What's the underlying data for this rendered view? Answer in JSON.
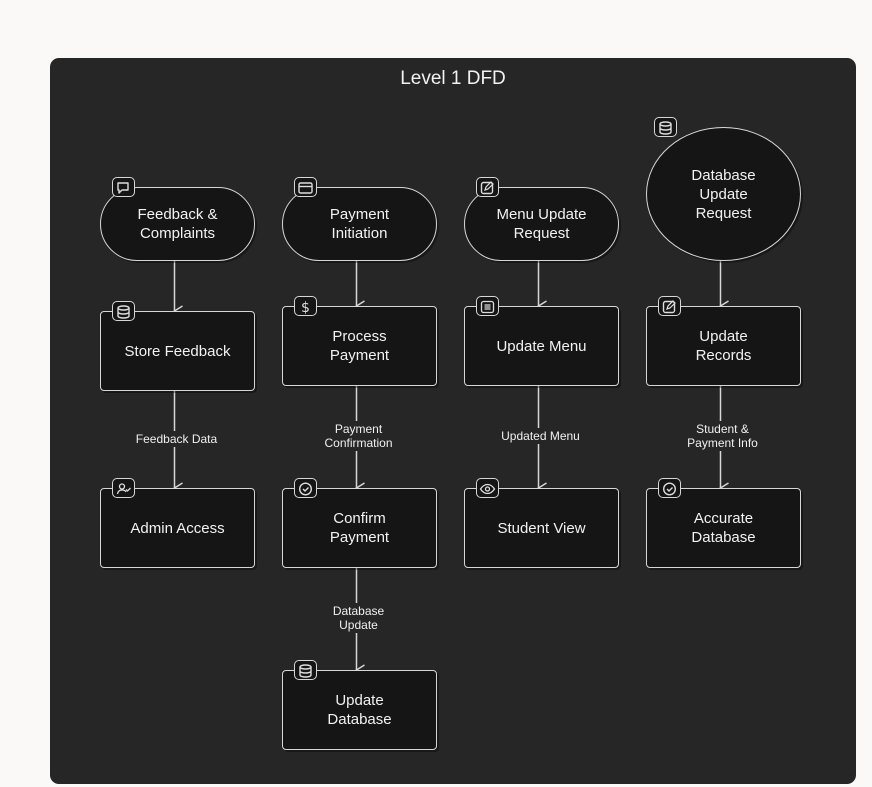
{
  "diagram": {
    "title": "Level 1 DFD",
    "nodes": [
      {
        "id": "feedback-complaints",
        "label": "Feedback &\nComplaints",
        "icon": "chat-bubble-icon"
      },
      {
        "id": "payment-initiation",
        "label": "Payment\nInitiation",
        "icon": "card-icon"
      },
      {
        "id": "menu-update-request",
        "label": "Menu Update\nRequest",
        "icon": "edit-icon"
      },
      {
        "id": "database-update-request",
        "label": "Database\nUpdate\nRequest",
        "icon": "database-icon"
      },
      {
        "id": "store-feedback",
        "label": "Store Feedback",
        "icon": "database-icon"
      },
      {
        "id": "process-payment",
        "label": "Process\nPayment",
        "icon": "dollar-icon"
      },
      {
        "id": "update-menu",
        "label": "Update Menu",
        "icon": "list-icon"
      },
      {
        "id": "update-records",
        "label": "Update\nRecords",
        "icon": "edit-icon"
      },
      {
        "id": "admin-access",
        "label": "Admin Access",
        "icon": "user-check-icon"
      },
      {
        "id": "confirm-payment",
        "label": "Confirm\nPayment",
        "icon": "check-circle-icon"
      },
      {
        "id": "student-view",
        "label": "Student View",
        "icon": "eye-icon"
      },
      {
        "id": "accurate-database",
        "label": "Accurate\nDatabase",
        "icon": "check-circle-icon"
      },
      {
        "id": "update-database",
        "label": "Update\nDatabase",
        "icon": "database-icon"
      }
    ],
    "edges": [
      {
        "from": "feedback-complaints",
        "to": "store-feedback",
        "label": ""
      },
      {
        "from": "payment-initiation",
        "to": "process-payment",
        "label": ""
      },
      {
        "from": "menu-update-request",
        "to": "update-menu",
        "label": ""
      },
      {
        "from": "database-update-request",
        "to": "update-records",
        "label": ""
      },
      {
        "from": "store-feedback",
        "to": "admin-access",
        "label": "Feedback Data"
      },
      {
        "from": "process-payment",
        "to": "confirm-payment",
        "label": "Payment\nConfirmation"
      },
      {
        "from": "update-menu",
        "to": "student-view",
        "label": "Updated Menu"
      },
      {
        "from": "update-records",
        "to": "accurate-database",
        "label": "Student &\nPayment Info"
      },
      {
        "from": "confirm-payment",
        "to": "update-database",
        "label": "Database\nUpdate"
      }
    ],
    "colors": {
      "canvas": "#262626",
      "node_fill": "#151515",
      "stroke": "#d6d6d6",
      "text": "#f2f2f2",
      "page": "#fbf8f8"
    }
  }
}
